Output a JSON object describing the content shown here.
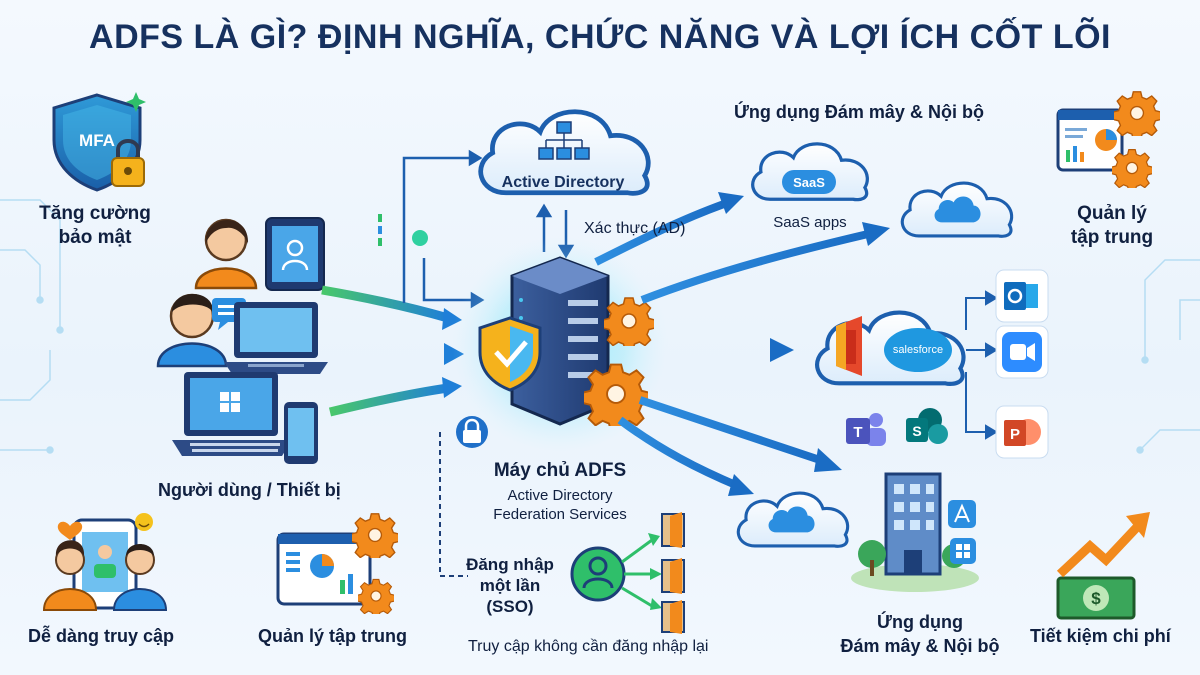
{
  "title": "ADFS LÀ GÌ? ĐỊNH NGHĨA, CHỨC NĂNG VÀ LỢI ÍCH CỐT LÕI",
  "features": {
    "security": {
      "line1": "Tăng cường",
      "line2": "bảo mật",
      "badge": "MFA"
    },
    "central_top": {
      "line1": "Quản lý",
      "line2": "tập trung"
    },
    "easy_access": "Dễ dàng truy cập",
    "central_bottom": "Quản lý tập trung",
    "savings": "Tiết kiệm chi phí"
  },
  "users": {
    "label": "Người dùng / Thiết bị"
  },
  "active_directory": {
    "label": "Active Directory",
    "auth": "Xác thực (AD)"
  },
  "server": {
    "title": "Máy chủ ADFS",
    "line1": "Active Directory",
    "line2": "Federation Services"
  },
  "sso": {
    "line1": "Đăng nhập",
    "line2": "một lần",
    "line3": "(SSO)",
    "caption": "Truy cập không cần đăng nhập lại"
  },
  "cloud_apps": {
    "heading": "Ứng dụng Đám mây & Nội bộ",
    "saas_badge": "SaaS",
    "saas_label": "SaaS apps",
    "salesforce": "salesforce",
    "bottom_line1": "Ứng dụng",
    "bottom_line2": "Đám mây & Nội bộ"
  },
  "icons": [
    "mfa-shield-icon",
    "lock-icon",
    "person-icon",
    "monitor-icon",
    "laptop-icon",
    "tablet-icon",
    "phone-icon",
    "server-icon",
    "shield-check-icon",
    "gear-icon",
    "cloud-icon",
    "org-chart-icon",
    "door-icon",
    "office-icon",
    "outlook-icon",
    "zoom-icon",
    "powerpoint-icon",
    "teams-icon",
    "sharepoint-icon",
    "building-icon",
    "money-icon",
    "growth-arrow-icon",
    "dashboard-icon"
  ],
  "colors": {
    "title": "#16315f",
    "accent_blue": "#1f7fd8",
    "accent_green": "#2fbf6a",
    "gear": "#f28a1c",
    "server": "#2d4b86"
  }
}
